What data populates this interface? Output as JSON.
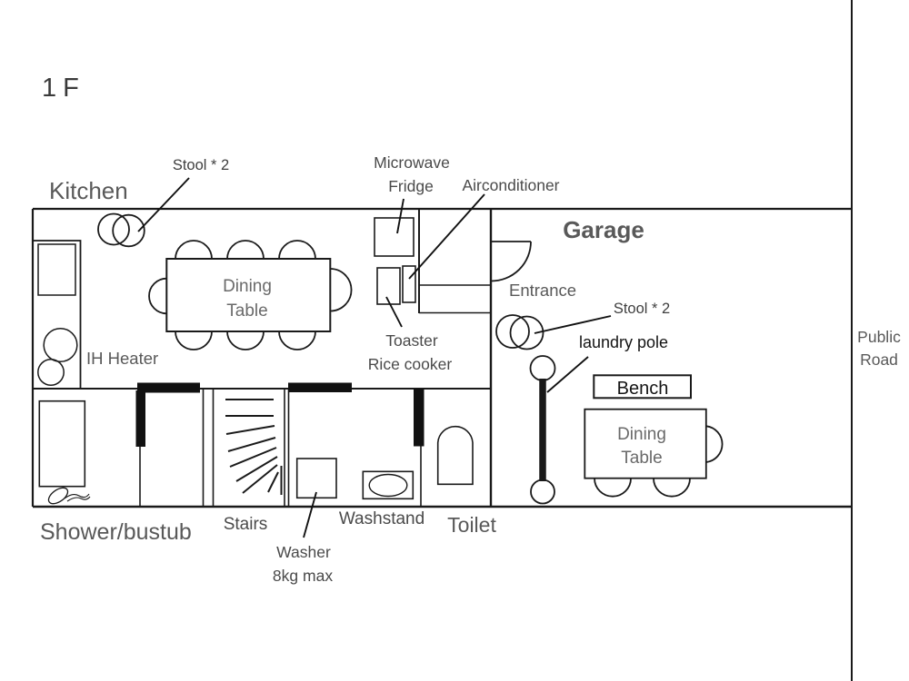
{
  "floor": {
    "label": "1F"
  },
  "rooms": {
    "kitchen": "Kitchen",
    "garage": "Garage",
    "entrance": "Entrance",
    "shower": "Shower/bustub",
    "stairs": "Stairs",
    "toilet": "Toilet",
    "public_road": "Public\nRoad"
  },
  "labels": {
    "kitchen_stools": "Stool * 2",
    "garage_stools": "Stool * 2",
    "microwave": "Microwave",
    "fridge": "Fridge",
    "airconditioner": "Airconditioner",
    "toaster": "Toaster",
    "rice_cooker": "Rice cooker",
    "ih_heater": "IH Heater",
    "kitchen_dining_table": "Dining\nTable",
    "garage_dining_table": "Dining\nTable",
    "bench": "Bench",
    "laundry_pole": "laundry pole",
    "washer": "Washer",
    "washer_capacity": "8kg max",
    "washstand": "Washstand"
  },
  "colors": {
    "background": "#ffffff",
    "wall_line": "#1a1a1a",
    "door_fill": "#111111",
    "room_label": "#595959",
    "annotation_label": "#3f3f3f",
    "dark_label": "#141414"
  }
}
